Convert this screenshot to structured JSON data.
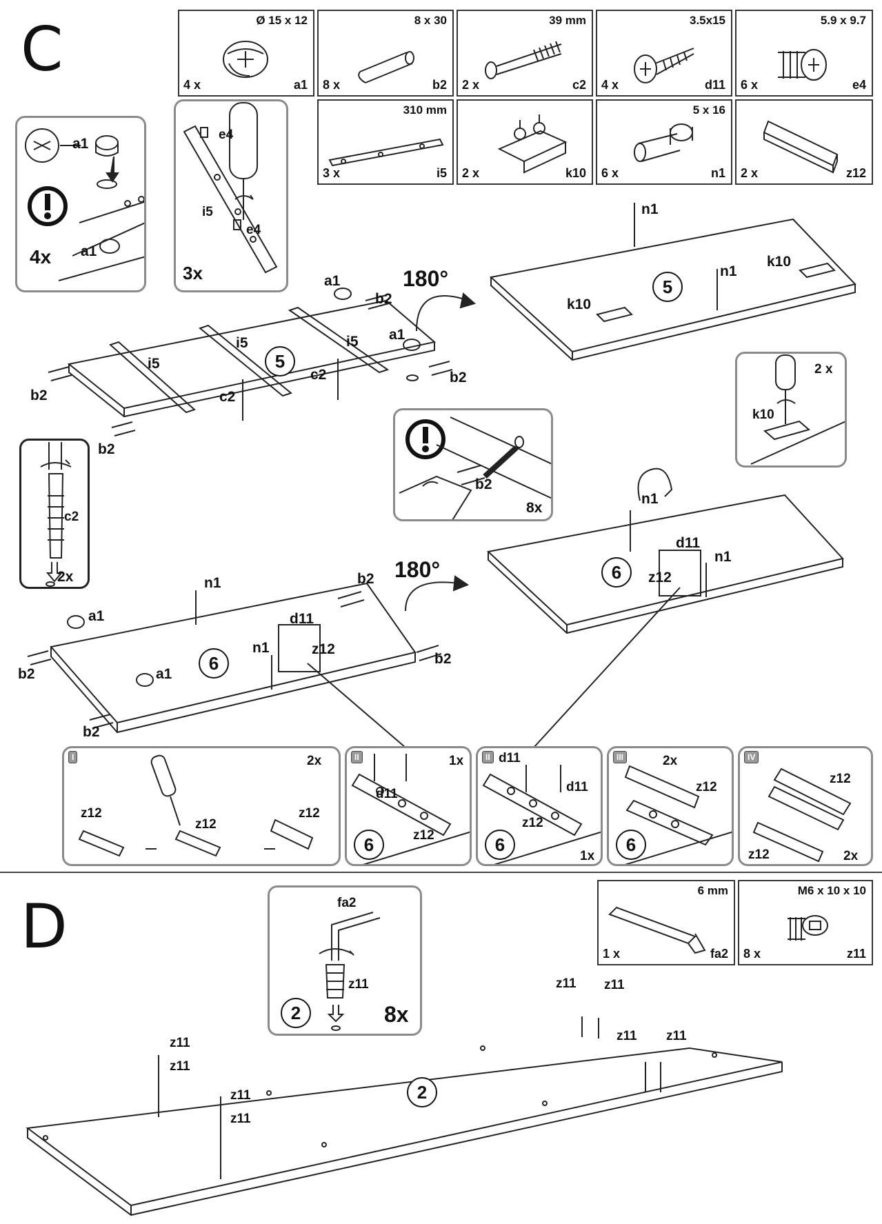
{
  "section_c": {
    "letter": "C",
    "hardware": [
      {
        "size": "Ø 15 x 12",
        "qty": "4 x",
        "code": "a1",
        "icon": "cam-lock-icon"
      },
      {
        "size": "8 x 30",
        "qty": "8 x",
        "code": "b2",
        "icon": "dowel-icon"
      },
      {
        "size": "39 mm",
        "qty": "2 x",
        "code": "c2",
        "icon": "cam-bolt-icon"
      },
      {
        "size": "3.5x15",
        "qty": "4 x",
        "code": "d11",
        "icon": "wood-screw-icon"
      },
      {
        "size": "5.9 x 9.7",
        "qty": "6 x",
        "code": "e4",
        "icon": "euro-screw-icon"
      },
      {
        "size": "310 mm",
        "qty": "3 x",
        "code": "i5",
        "icon": "drawer-rail-icon"
      },
      {
        "size": "",
        "qty": "2 x",
        "code": "k10",
        "icon": "hinge-icon"
      },
      {
        "size": "5 x 16",
        "qty": "6 x",
        "code": "n1",
        "icon": "shelf-pin-icon"
      },
      {
        "size": "",
        "qty": "2 x",
        "code": "z12",
        "icon": "soft-close-damper-icon"
      }
    ],
    "inset_a1": {
      "label_top": "a1",
      "label_bottom": "a1",
      "count": "4x"
    },
    "inset_rail": {
      "label_e4_top": "e4",
      "label_i5": "i5",
      "label_e4_bottom": "e4",
      "count": "3x"
    },
    "step5": {
      "panel_number": "5",
      "rotate": "180°",
      "labels": {
        "a1": "a1",
        "b2": "b2",
        "i5": "i5",
        "c2": "c2",
        "k10": "k10",
        "n1": "n1"
      }
    },
    "inset_dowel": {
      "label": "b2",
      "count": "8x"
    },
    "inset_hinge": {
      "count": "2 x",
      "label": "k10"
    },
    "inset_cambolt": {
      "label": "c2",
      "count": "2x"
    },
    "step6": {
      "panel_number": "6",
      "rotate": "180°",
      "labels": {
        "a1": "a1",
        "b2": "b2",
        "n1": "n1",
        "d11": "d11",
        "z12": "z12"
      }
    },
    "substeps": [
      {
        "roman": "I",
        "count": "2x",
        "labels": [
          "z12",
          "z12",
          "z12"
        ]
      },
      {
        "roman": "II",
        "count": "1x",
        "labels": [
          "d11",
          "z12"
        ],
        "panel": "6"
      },
      {
        "roman": "II",
        "count": "1x",
        "labels": [
          "d11",
          "d11",
          "z12"
        ],
        "panel": "6"
      },
      {
        "roman": "III",
        "count": "2x",
        "labels": [
          "z12"
        ],
        "panel": "6"
      },
      {
        "roman": "IV",
        "count": "2x",
        "labels": [
          "z12",
          "z12"
        ]
      }
    ]
  },
  "section_d": {
    "letter": "D",
    "hardware": [
      {
        "size": "6 mm",
        "qty": "1 x",
        "code": "fa2",
        "icon": "allen-key-icon"
      },
      {
        "size": "M6 x 10 x 10",
        "qty": "8 x",
        "code": "z11",
        "icon": "insert-nut-icon"
      }
    ],
    "inset": {
      "label_tool": "fa2",
      "label_part": "z11",
      "panel": "2",
      "count": "8x"
    },
    "panel_number": "2",
    "part_label": "z11"
  }
}
